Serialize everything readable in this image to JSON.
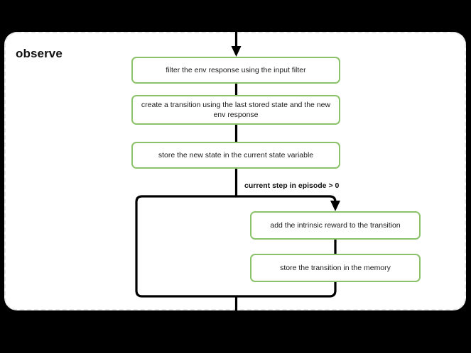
{
  "diagram": {
    "title": "observe",
    "background_color": "#000000",
    "group": {
      "label": "observe",
      "border_color": "#e7e7e7",
      "border_style": "dashed",
      "fill_color": "#ffffff"
    },
    "node_accent_color": "#8cc26a",
    "connector_color": "#000000",
    "nodes": [
      {
        "id": "filter",
        "label": "filter the env response using the input filter"
      },
      {
        "id": "create",
        "label": "create a transition using the last stored state and the new env response"
      },
      {
        "id": "store",
        "label": "store the new state in the current state variable"
      },
      {
        "id": "intrinsic",
        "label": "add the intrinsic reward to the transition"
      },
      {
        "id": "memory",
        "label": "store the transition in the memory"
      }
    ],
    "edges": [
      {
        "id": "entry",
        "label": ""
      },
      {
        "id": "condition",
        "label": "current step in episode > 0"
      }
    ]
  }
}
